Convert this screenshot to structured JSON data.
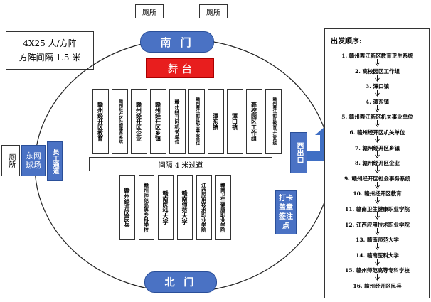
{
  "top_toilets": [
    "厕所",
    "厕所"
  ],
  "info_box": {
    "line1": "4X25 人/方阵",
    "line2": "方阵间隔 1.5 米"
  },
  "gates": {
    "south": "南 门",
    "north": "北 门",
    "east_west_label": "西出口"
  },
  "stage": "舞 台",
  "aisle": "间隔 4 米过道",
  "upper_groups": [
    "赣州经开区教育",
    "赣州经开区社会事务系统",
    "赣州经开区企业",
    "赣州经开区乡镇",
    "赣州经开区机关单位",
    "赣州蓉江新区机关事业单位",
    "潭东镇",
    "潭口镇",
    "高校园区工作组",
    "赣州蓉江新区教育卫生系统"
  ],
  "lower_groups": [
    "赣州经开区民兵",
    "赣州师范高等专科学校",
    "赣南医科大学",
    "赣南师范大学",
    "江西应用技术职业学院",
    "赣南卫生健康职业学院"
  ],
  "left_side": {
    "toilet": "厕所",
    "court": "东网球场",
    "passage": "员工通道"
  },
  "checkin": "打卡盖章签注点",
  "departure_order": {
    "title": "出发顺序:",
    "items": [
      "1. 赣州蓉江新区教育卫生系统",
      "2. 高校园区工作组",
      "3. 潭口镇",
      "4. 潭东镇",
      "5. 赣州蓉江新区机关事业单位",
      "6. 赣州经开区机关单位",
      "7. 赣州经开区乡镇",
      "8. 赣州经开区企业",
      "9. 赣州经开区社会事务系统",
      "10. 赣州经开区教育",
      "11. 赣南卫生健康职业学院",
      "12. 江西应用技术职业学院",
      "13. 赣南师范大学",
      "14. 赣南医科大学",
      "15. 赣州师范高等专科学校",
      "16. 赣州经开区民兵"
    ]
  }
}
